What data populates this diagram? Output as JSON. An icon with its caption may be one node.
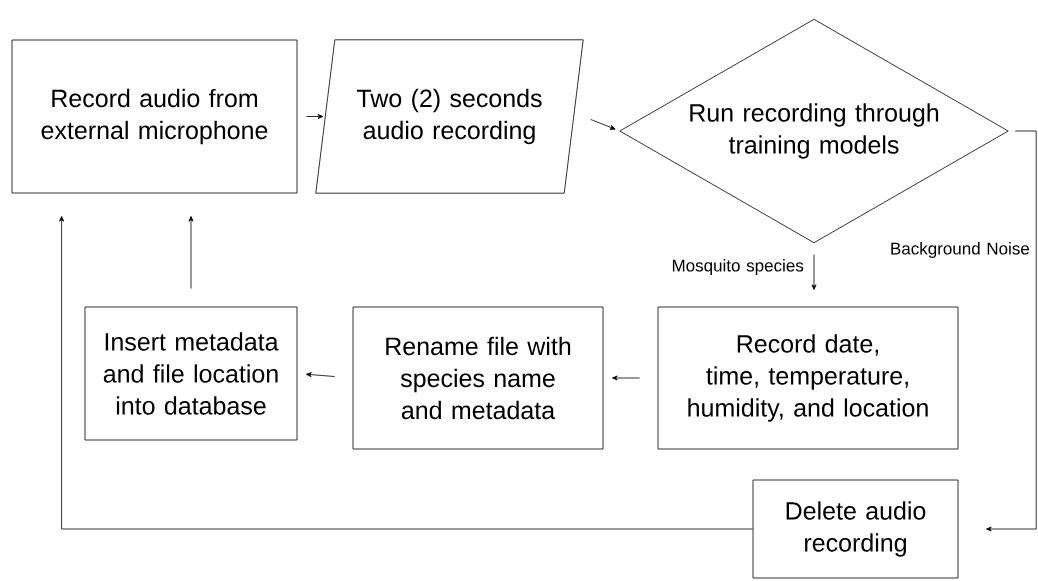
{
  "diagram": {
    "nodes": [
      {
        "text": [
          "Record audio from external microphone"
        ]
      },
      {
        "text": [
          "Two (2) seconds audio recording"
        ]
      },
      {
        "text": [
          "Run recording through training models"
        ]
      },
      {
        "text": [
          "Record date, time, temperature, humidity, and location"
        ]
      },
      {
        "text": [
          "Rename file with species name and metadata"
        ]
      },
      {
        "text": [
          "Insert metadata and file location into database"
        ]
      },
      {
        "text": [
          "Delete audio recording"
        ]
      }
    ],
    "edges": [
      {
        "from": 0,
        "to": 1,
        "arrow": "to"
      },
      {
        "from": 1,
        "to": 2,
        "arrow": "to"
      },
      {
        "from": 2,
        "to": 3,
        "arrow": "to",
        "label": "Mosquito species"
      },
      {
        "from": 3,
        "to": 4,
        "arrow": "to"
      },
      {
        "from": 4,
        "to": 5,
        "arrow": "to"
      },
      {
        "from": 5,
        "to": 0,
        "arrow": "to"
      },
      {
        "from": 6,
        "to": 0,
        "arrow": "to"
      },
      {
        "from": 2,
        "to": 6,
        "arrow": "to",
        "label": "Background Noise"
      }
    ]
  }
}
